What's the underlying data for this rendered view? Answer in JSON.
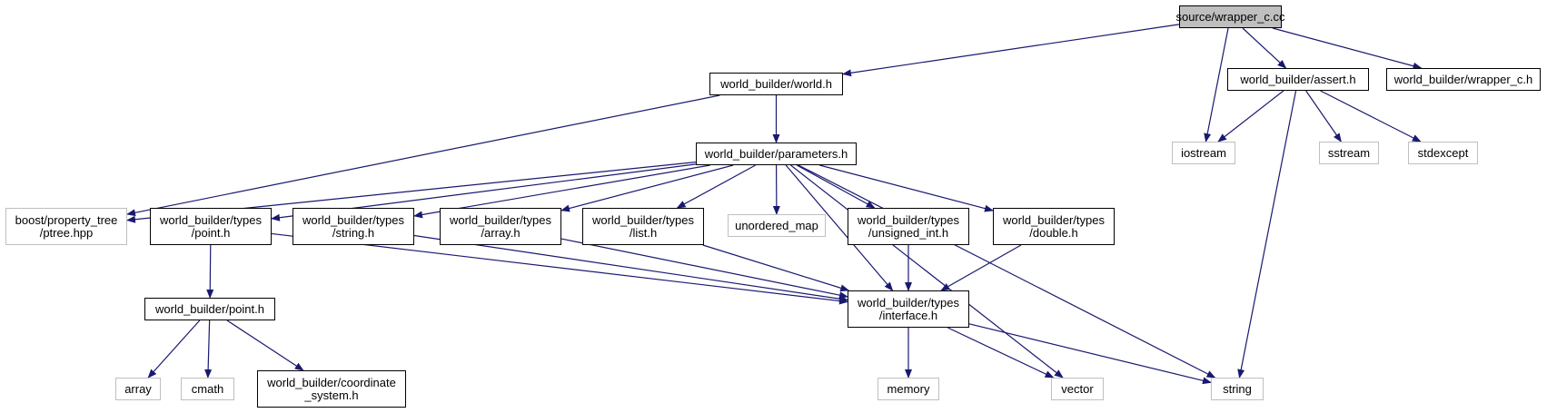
{
  "colors": {
    "edge": "#191970",
    "root_fill": "#bfbfbf",
    "external_border": "#bfbfbf",
    "internal_border": "#000000"
  },
  "nodes": {
    "wrapper_c_cc": {
      "lines": [
        "source/wrapper_c.cc"
      ],
      "kind": "root"
    },
    "world_h": {
      "lines": [
        "world_builder/world.h"
      ],
      "kind": "internal"
    },
    "assert_h": {
      "lines": [
        "world_builder/assert.h"
      ],
      "kind": "internal"
    },
    "wrapper_c_h": {
      "lines": [
        "world_builder/wrapper_c.h"
      ],
      "kind": "internal"
    },
    "parameters_h": {
      "lines": [
        "world_builder/parameters.h"
      ],
      "kind": "internal"
    },
    "iostream": {
      "lines": [
        "iostream"
      ],
      "kind": "external"
    },
    "sstream": {
      "lines": [
        "sstream"
      ],
      "kind": "external"
    },
    "stdexcept": {
      "lines": [
        "stdexcept"
      ],
      "kind": "external"
    },
    "ptree_hpp": {
      "lines": [
        "boost/property_tree",
        "/ptree.hpp"
      ],
      "kind": "external"
    },
    "types_point_h": {
      "lines": [
        "world_builder/types",
        "/point.h"
      ],
      "kind": "internal"
    },
    "types_string_h": {
      "lines": [
        "world_builder/types",
        "/string.h"
      ],
      "kind": "internal"
    },
    "types_array_h": {
      "lines": [
        "world_builder/types",
        "/array.h"
      ],
      "kind": "internal"
    },
    "types_list_h": {
      "lines": [
        "world_builder/types",
        "/list.h"
      ],
      "kind": "internal"
    },
    "unordered_map": {
      "lines": [
        "unordered_map"
      ],
      "kind": "external"
    },
    "types_unsigned_int_h": {
      "lines": [
        "world_builder/types",
        "/unsigned_int.h"
      ],
      "kind": "internal"
    },
    "types_double_h": {
      "lines": [
        "world_builder/types",
        "/double.h"
      ],
      "kind": "internal"
    },
    "point_h": {
      "lines": [
        "world_builder/point.h"
      ],
      "kind": "internal"
    },
    "types_interface_h": {
      "lines": [
        "world_builder/types",
        "/interface.h"
      ],
      "kind": "internal"
    },
    "array": {
      "lines": [
        "array"
      ],
      "kind": "external"
    },
    "cmath": {
      "lines": [
        "cmath"
      ],
      "kind": "external"
    },
    "coordinate_system_h": {
      "lines": [
        "world_builder/coordinate",
        "_system.h"
      ],
      "kind": "internal"
    },
    "memory": {
      "lines": [
        "memory"
      ],
      "kind": "external"
    },
    "vector": {
      "lines": [
        "vector"
      ],
      "kind": "external"
    },
    "string": {
      "lines": [
        "string"
      ],
      "kind": "external"
    }
  },
  "edges": [
    [
      "wrapper_c_cc",
      "world_h"
    ],
    [
      "wrapper_c_cc",
      "iostream"
    ],
    [
      "wrapper_c_cc",
      "assert_h"
    ],
    [
      "wrapper_c_cc",
      "wrapper_c_h"
    ],
    [
      "world_h",
      "ptree_hpp"
    ],
    [
      "world_h",
      "parameters_h"
    ],
    [
      "assert_h",
      "iostream"
    ],
    [
      "assert_h",
      "sstream"
    ],
    [
      "assert_h",
      "stdexcept"
    ],
    [
      "assert_h",
      "string"
    ],
    [
      "parameters_h",
      "ptree_hpp"
    ],
    [
      "parameters_h",
      "types_point_h"
    ],
    [
      "parameters_h",
      "types_string_h"
    ],
    [
      "parameters_h",
      "types_array_h"
    ],
    [
      "parameters_h",
      "types_list_h"
    ],
    [
      "parameters_h",
      "unordered_map"
    ],
    [
      "parameters_h",
      "types_unsigned_int_h"
    ],
    [
      "parameters_h",
      "types_double_h"
    ],
    [
      "parameters_h",
      "types_interface_h"
    ],
    [
      "parameters_h",
      "vector"
    ],
    [
      "parameters_h",
      "string"
    ],
    [
      "types_point_h",
      "point_h"
    ],
    [
      "types_point_h",
      "types_interface_h"
    ],
    [
      "types_string_h",
      "types_interface_h"
    ],
    [
      "types_array_h",
      "types_interface_h"
    ],
    [
      "types_list_h",
      "types_interface_h"
    ],
    [
      "types_unsigned_int_h",
      "types_interface_h"
    ],
    [
      "types_double_h",
      "types_interface_h"
    ],
    [
      "point_h",
      "array"
    ],
    [
      "point_h",
      "cmath"
    ],
    [
      "point_h",
      "coordinate_system_h"
    ],
    [
      "types_interface_h",
      "memory"
    ],
    [
      "types_interface_h",
      "vector"
    ],
    [
      "types_interface_h",
      "string"
    ]
  ]
}
